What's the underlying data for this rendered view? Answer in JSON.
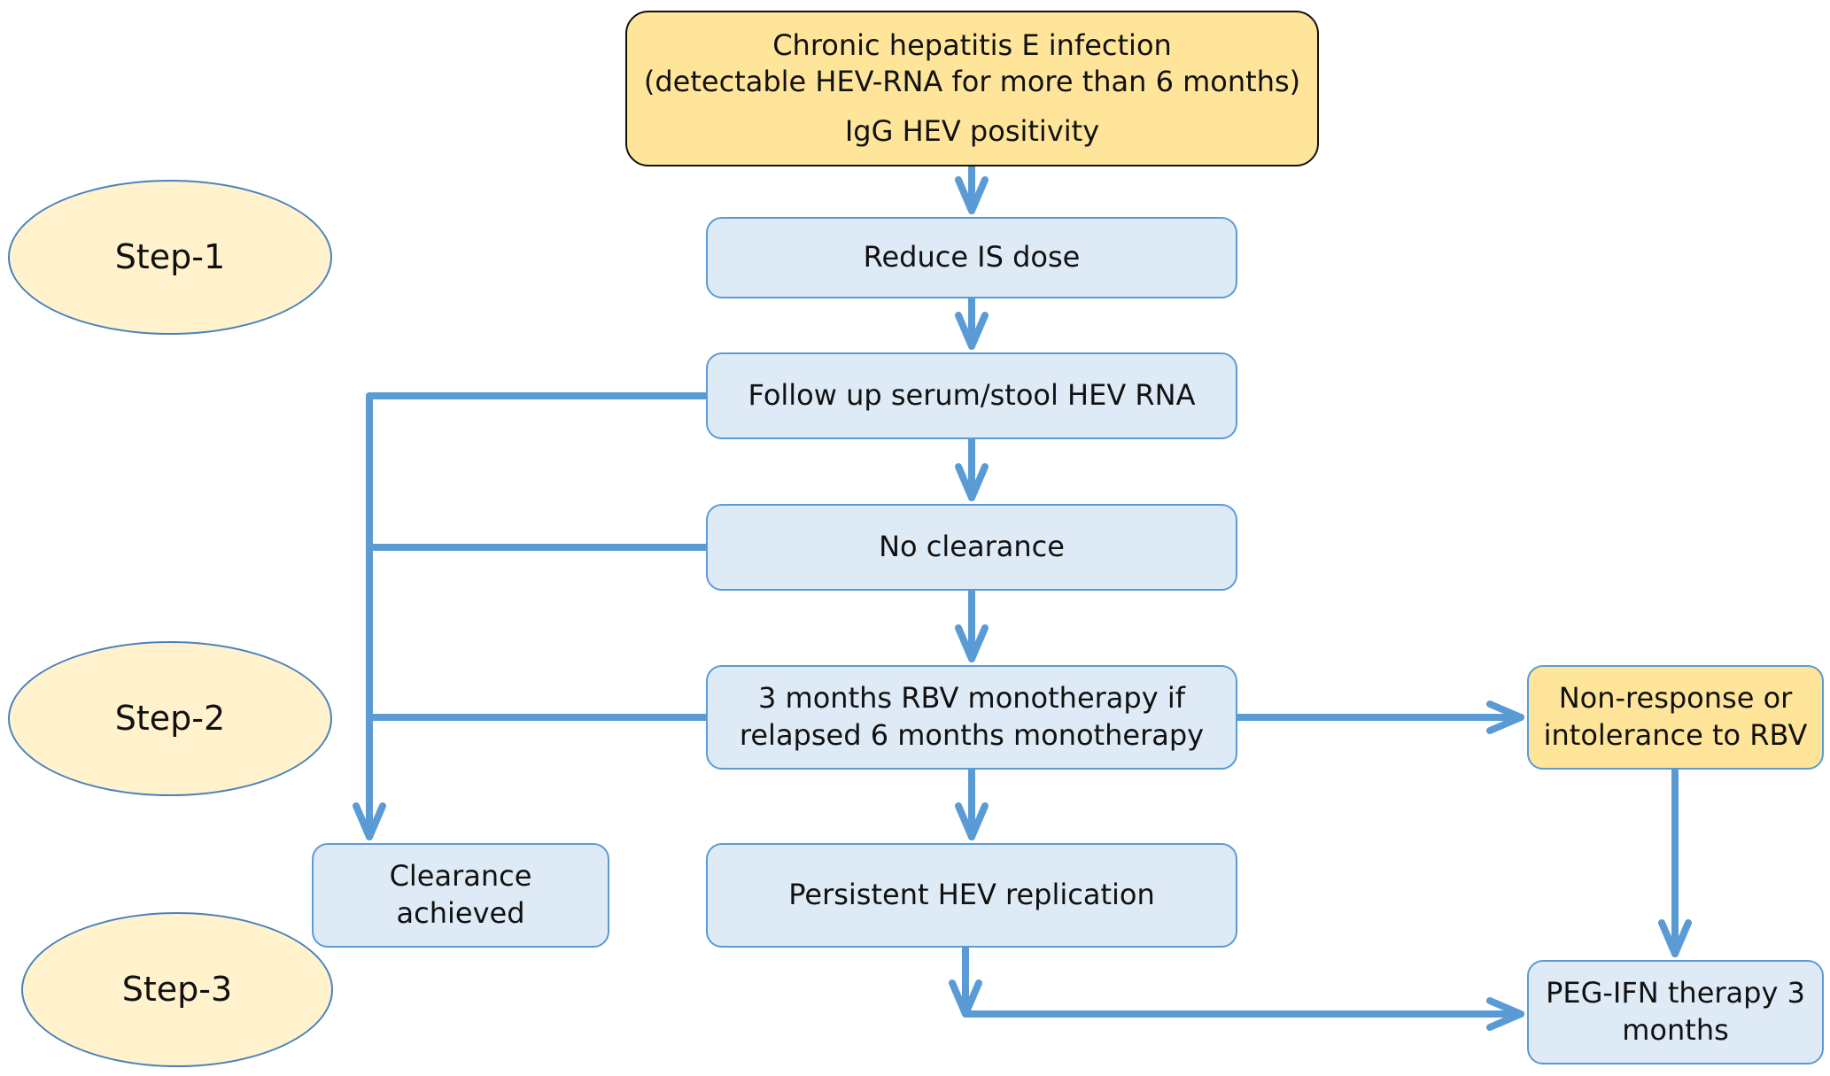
{
  "diagram": {
    "top": {
      "line1": "Chronic hepatitis E infection",
      "line2": "(detectable HEV-RNA for more than 6 months)",
      "line3": "IgG HEV positivity"
    },
    "reduce": "Reduce IS dose",
    "follow_up": "Follow up serum/stool HEV RNA",
    "no_clearance": "No clearance",
    "rbv": {
      "line1": "3 months RBV monotherapy if",
      "line2": "relapsed 6 months monotherapy"
    },
    "persistent": "Persistent HEV replication",
    "clearance": "Clearance achieved",
    "non_response": {
      "line1": "Non-response or",
      "line2": "intolerance to RBV"
    },
    "peg": {
      "line1": "PEG-IFN therapy 3",
      "line2": "months"
    },
    "steps": [
      "Step-1",
      "Step-2",
      "Step-3"
    ]
  },
  "colors": {
    "arrow": "#5b9bd5",
    "box_blue": "#deeaf6",
    "box_gold": "#fee599",
    "step_fill": "#fff2cc"
  }
}
